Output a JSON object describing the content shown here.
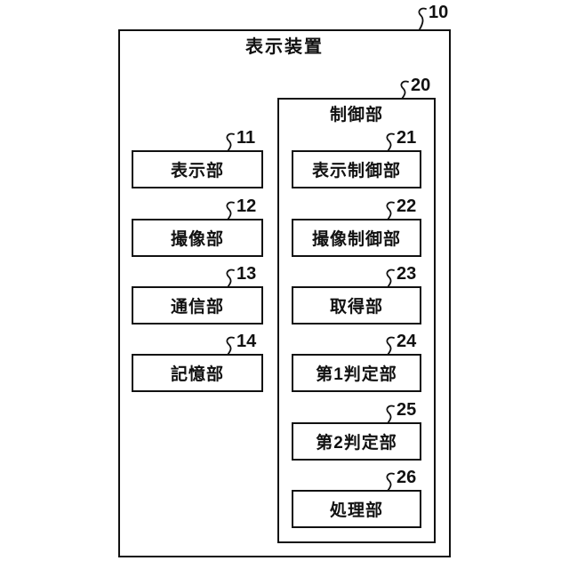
{
  "diagram": {
    "outer": {
      "title": "表示装置",
      "ref": "10"
    },
    "control": {
      "title": "制御部",
      "ref": "20"
    },
    "left_blocks": [
      {
        "label": "表示部",
        "ref": "11"
      },
      {
        "label": "撮像部",
        "ref": "12"
      },
      {
        "label": "通信部",
        "ref": "13"
      },
      {
        "label": "記憶部",
        "ref": "14"
      }
    ],
    "control_blocks": [
      {
        "label": "表示制御部",
        "ref": "21"
      },
      {
        "label": "撮像制御部",
        "ref": "22"
      },
      {
        "label": "取得部",
        "ref": "23"
      },
      {
        "label": "第1判定部",
        "ref": "24"
      },
      {
        "label": "第2判定部",
        "ref": "25"
      },
      {
        "label": "処理部",
        "ref": "26"
      }
    ],
    "colors": {
      "line": "#111111",
      "background": "#ffffff"
    }
  }
}
